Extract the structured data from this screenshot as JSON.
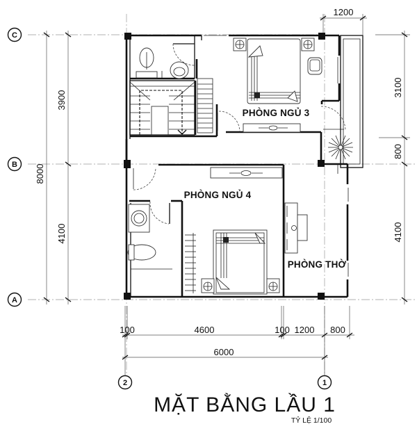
{
  "drawing": {
    "title": "MẶT BẰNG LẦU 1",
    "scale": "TỶ LỆ 1/100"
  },
  "rooms": {
    "bedroom_3": "PHÒNG NGỦ 3",
    "bedroom_4": "PHÒNG NGỦ 4",
    "altar_room": "PHÒNG THỜ"
  },
  "grid_axes": {
    "rows": [
      "C",
      "B",
      "A"
    ],
    "columns": [
      "2",
      "1"
    ]
  },
  "dimensions": {
    "left": {
      "overall": "8000",
      "segments": [
        "3900",
        "4100"
      ]
    },
    "right": {
      "segments": [
        "3100",
        "800",
        "4100"
      ]
    },
    "top": {
      "balcony": "1200"
    },
    "bottom": {
      "segments": [
        "100",
        "4600",
        "100",
        "1200",
        "800"
      ],
      "overall": "6000"
    }
  },
  "colors": {
    "line": "#111111",
    "background": "#ffffff",
    "grid": "#999999"
  }
}
